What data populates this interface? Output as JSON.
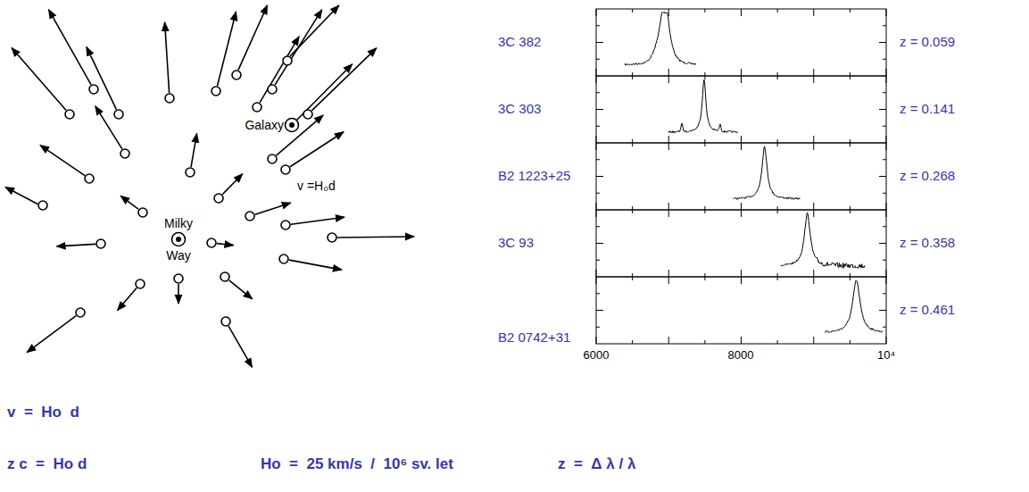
{
  "diagram": {
    "labels": [
      "Galaxy",
      "Milky Way",
      "v =H₀d",
      "3C 382",
      "z = 0.059",
      "3C 303",
      "z = 0.141",
      "B2 1223+25",
      "z = 0.268",
      "3C 93",
      "z = 0.358",
      "B2 0742+31",
      "z = 0.461",
      "6000",
      "8000",
      "10⁴",
      "v  =  Ho  d",
      "z c  =  Ho d",
      "Ho  =  25 km/s  /  10⁶ sv. let",
      "z  =  Δ λ / λ"
    ]
  }
}
